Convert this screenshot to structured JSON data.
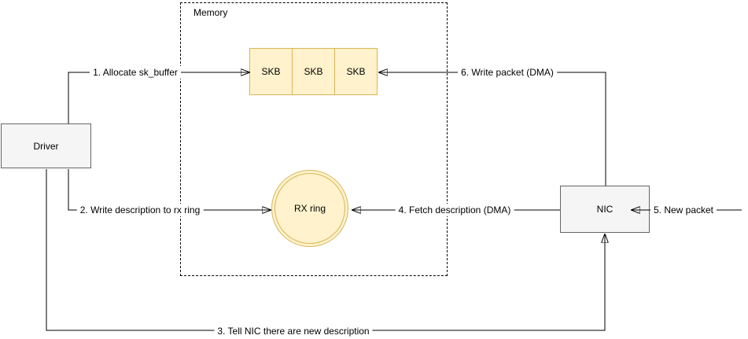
{
  "diagram": {
    "memory": {
      "label": "Memory",
      "skb_boxes": [
        "SKB",
        "SKB",
        "SKB"
      ],
      "rx_ring_label": "RX ring"
    },
    "nodes": {
      "driver": "Driver",
      "nic": "NIC"
    },
    "edges": {
      "allocate_sk_buffer": "1. Allocate sk_buffer",
      "write_description": "2. Write description to rx ring",
      "tell_nic": "3. Tell NIC there are new description",
      "fetch_description": "4. Fetch description (DMA)",
      "new_packet": "5. New packet",
      "write_packet": "6. Write packet (DMA)"
    }
  },
  "colors": {
    "buffer_fill": "#FFF2CC",
    "buffer_stroke": "#D6B656",
    "node_fill": "#F5F5F5",
    "node_stroke": "#666666",
    "line_color": "#000000"
  }
}
